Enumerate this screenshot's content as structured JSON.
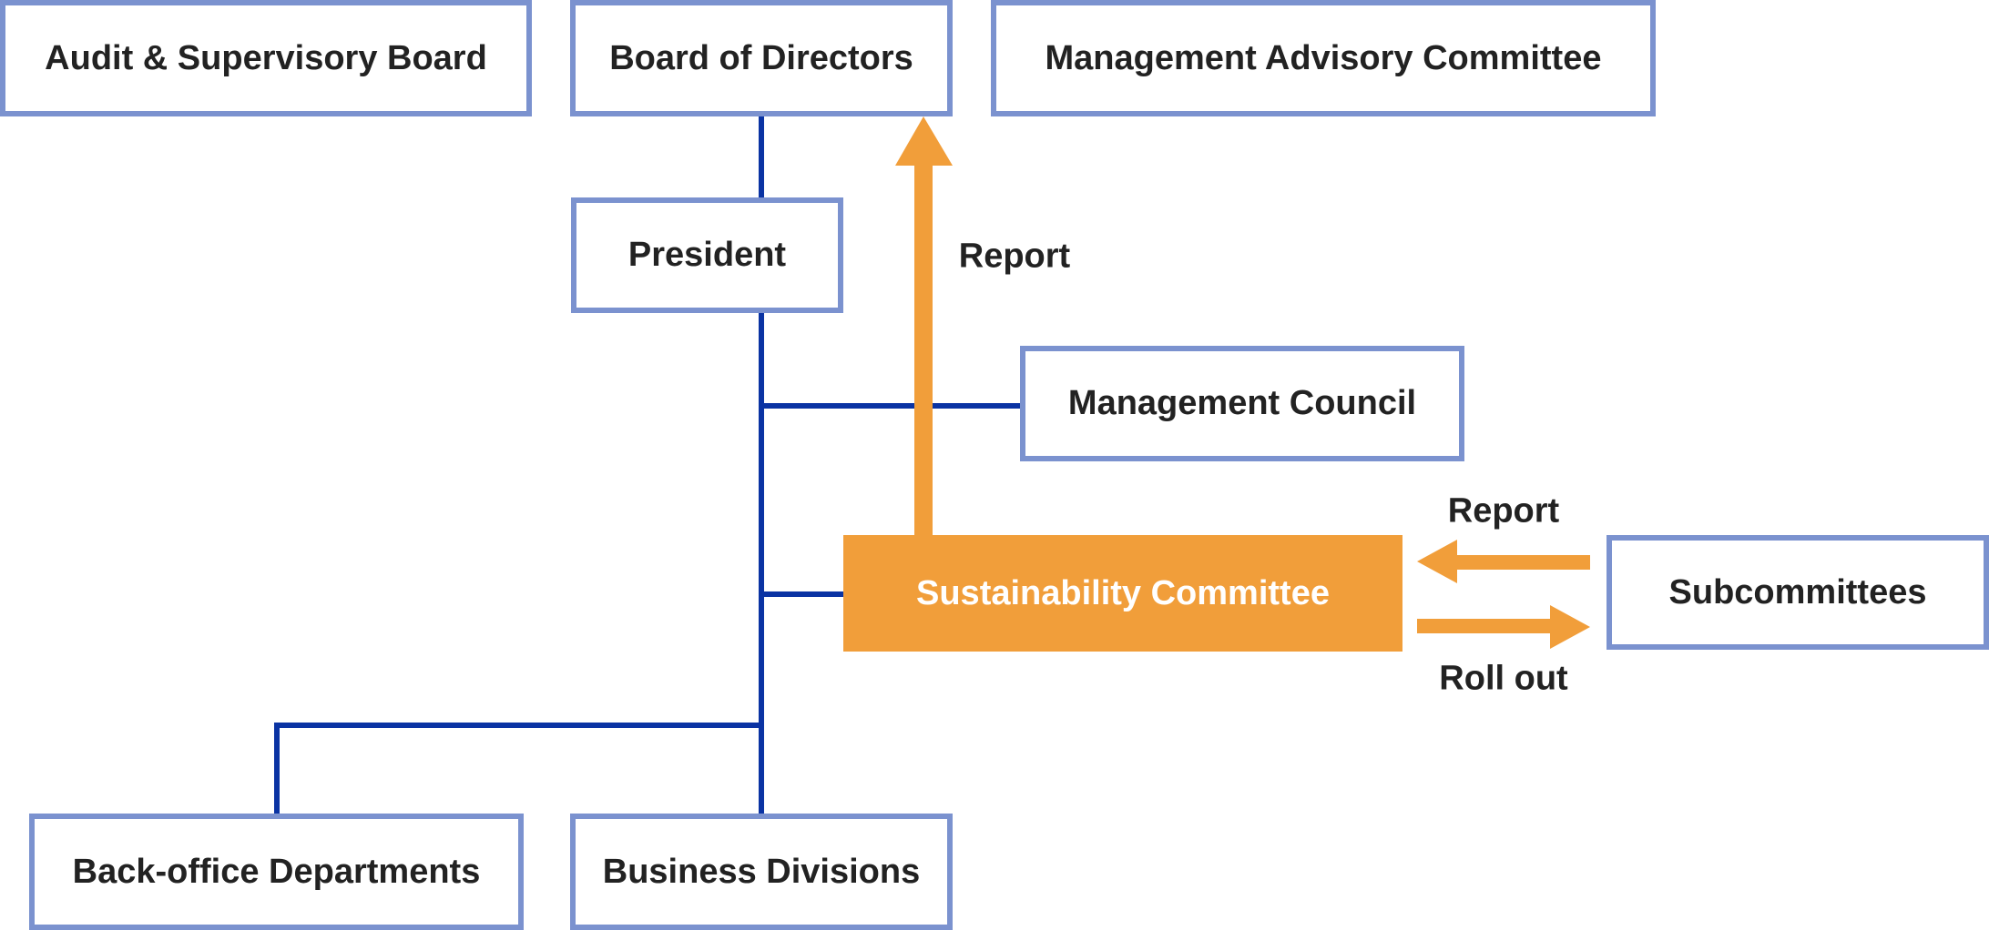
{
  "diagram": {
    "type": "organization-chart",
    "colors": {
      "box_border": "#7b92cf",
      "connector": "#0a33a3",
      "accent": "#f19e3a",
      "text": "#222222",
      "accent_text": "#ffffff"
    },
    "nodes": {
      "audit_board": "Audit & Supervisory Board",
      "board_of_directors": "Board of Directors",
      "management_advisory_committee": "Management Advisory Committee",
      "president": "President",
      "management_council": "Management Council",
      "sustainability_committee": "Sustainability Committee",
      "subcommittees": "Subcommittees",
      "back_office_departments": "Back-office Departments",
      "business_divisions": "Business Divisions"
    },
    "flows": {
      "report_to_board": "Report",
      "report_from_subcommittees": "Report",
      "roll_out_to_subcommittees": "Roll out"
    }
  }
}
